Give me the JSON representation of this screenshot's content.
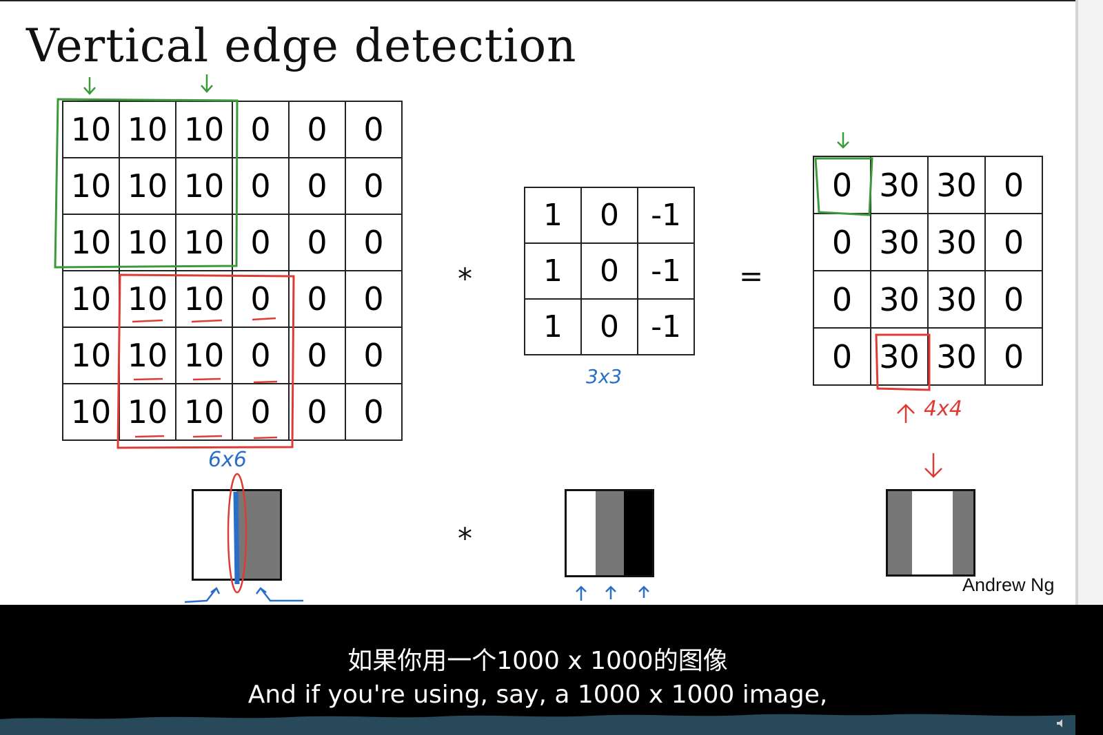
{
  "slide": {
    "title": "Vertical edge detection",
    "image_matrix": [
      [
        "10",
        "10",
        "10",
        "0",
        "0",
        "0"
      ],
      [
        "10",
        "10",
        "10",
        "0",
        "0",
        "0"
      ],
      [
        "10",
        "10",
        "10",
        "0",
        "0",
        "0"
      ],
      [
        "10",
        "10",
        "10",
        "0",
        "0",
        "0"
      ],
      [
        "10",
        "10",
        "10",
        "0",
        "0",
        "0"
      ],
      [
        "10",
        "10",
        "10",
        "0",
        "0",
        "0"
      ]
    ],
    "filter_matrix": [
      [
        "1",
        "0",
        "-1"
      ],
      [
        "1",
        "0",
        "-1"
      ],
      [
        "1",
        "0",
        "-1"
      ]
    ],
    "output_matrix": [
      [
        "0",
        "30",
        "30",
        "0"
      ],
      [
        "0",
        "30",
        "30",
        "0"
      ],
      [
        "0",
        "30",
        "30",
        "0"
      ],
      [
        "0",
        "30",
        "30",
        "0"
      ]
    ],
    "convolve_symbol": "*",
    "equals_symbol": "=",
    "annotations": {
      "image_size": "6x6",
      "filter_size": "3x3",
      "output_size": "4x4"
    },
    "signature": "Andrew Ng",
    "colors": {
      "green_box": "#3a9a3a",
      "red_box": "#dd3b34",
      "blue_ink": "#2a6fc7",
      "gray_strip": "#777777",
      "black_strip": "#000000"
    }
  },
  "subtitles": {
    "zh": "如果你用一个1000 x 1000的图像",
    "en": "And if you're using, say, a 1000 x 1000 image,"
  },
  "player": {
    "icons": [
      "volume-icon"
    ]
  }
}
